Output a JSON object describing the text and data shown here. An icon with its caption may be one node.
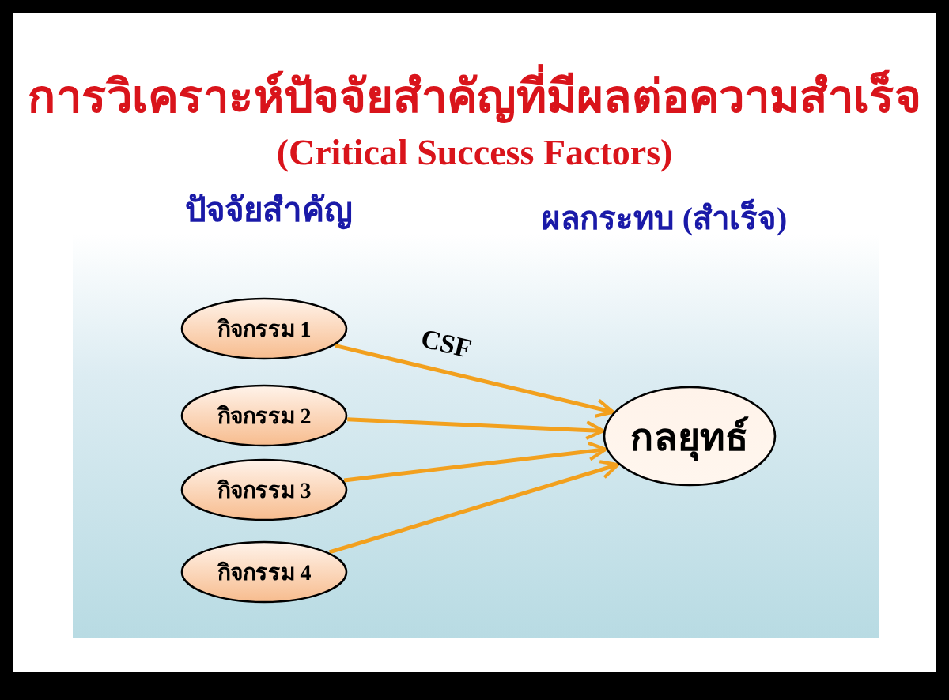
{
  "diagram": {
    "title": "การวิเคราะห์ปัจจัยสำคัญที่มีผลต่อความสำเร็จ",
    "nodes": [
      {
        "text": [
          "กิจกรรม 1"
        ]
      },
      {
        "text": [
          "กิจกรรม 2"
        ]
      },
      {
        "text": [
          "กิจกรรม 3"
        ]
      },
      {
        "text": [
          "กิจกรรม 4"
        ]
      },
      {
        "text": [
          "กลยุทธ์"
        ]
      }
    ],
    "edges": [
      {
        "from": 0,
        "to": 4,
        "arrow": "to",
        "label": "CSF"
      },
      {
        "from": 1,
        "to": 4,
        "arrow": "to"
      },
      {
        "from": 2,
        "to": 4,
        "arrow": "to"
      },
      {
        "from": 3,
        "to": 4,
        "arrow": "to"
      }
    ],
    "labels": [
      "(Critical Success Factors)",
      "ปัจจัยสำคัญ",
      "ผลกระทบ (สำเร็จ)"
    ]
  }
}
